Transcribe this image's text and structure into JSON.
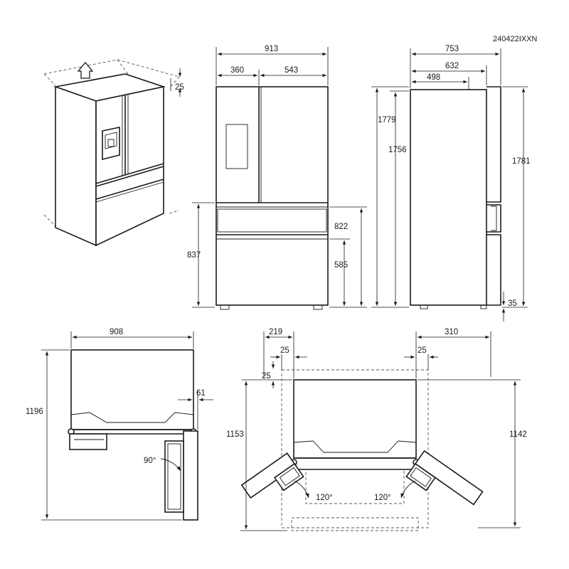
{
  "model_code": "240422IXXN",
  "icons": {
    "clearance_arrow": "up-arrow-icon"
  },
  "perspective": {
    "top_clearance": "25"
  },
  "front_view": {
    "overall_width": "913",
    "left_door_width": "360",
    "right_door_width": "543",
    "lower_section_height": "837",
    "drawer_top_height": "822",
    "bottom_drawer_height": "585"
  },
  "side_view": {
    "depth_with_handles": "753",
    "depth_without_doors": "632",
    "cabinet_depth": "498",
    "total_height": "1779",
    "cabinet_height": "1756",
    "height_with_hinge": "1781",
    "feet_height": "35"
  },
  "plan_90": {
    "width": "908",
    "depth_door_open": "1196",
    "door_offset": "61",
    "angle": "90°"
  },
  "plan_120": {
    "left_clearance": "219",
    "right_clearance": "310",
    "left_gap": "25",
    "right_gap": "25",
    "rear_gap": "25",
    "left_depth": "1153",
    "right_depth": "1142",
    "left_angle": "120°",
    "right_angle": "120°"
  }
}
